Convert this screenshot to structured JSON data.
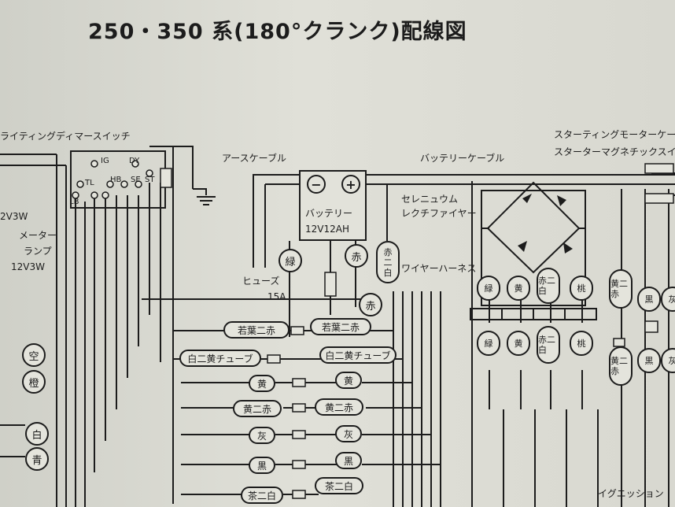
{
  "title": "250・350 系(180°クランク)配線図",
  "labels": {
    "dimmer_switch": "ライティングディマースイッチ",
    "earth_cable": "アースケーブル",
    "battery_cable": "バッテリーケーブル",
    "starting_motor_cable": "スターティングモーターケーブ",
    "starter_magnetic_switch": "スターターマグネチックスイ",
    "selenium_rectifier_1": "セレニュウム",
    "selenium_rectifier_2": "レクチファイヤー",
    "wire_harness": "ワイヤーハーネス",
    "fuse": "ヒューズ",
    "fuse_rating": "15A",
    "lamp_partial": "2V3W",
    "meter_lamp_1": "メーター",
    "meter_lamp_2": "ランプ",
    "meter_lamp_3": "12V3W",
    "ignition_partial": "イグニッション"
  },
  "switch_terminals": [
    "IG",
    "DY",
    "TL",
    "HB",
    "SE",
    "ST",
    "LB"
  ],
  "battery": {
    "neg": "−",
    "pos": "+",
    "name": "バッテリー",
    "spec": "12V12AH"
  },
  "wire_circles": {
    "green": "緑",
    "red_top": "赤",
    "red_bottom": "赤",
    "sky": "空",
    "orange": "橙",
    "white": "白",
    "blue": "青"
  },
  "red_white_vertical": [
    "赤",
    "二",
    "白"
  ],
  "left_connectors": [
    "若葉二赤",
    "白二黄チューブ",
    "黄",
    "黄二赤",
    "灰",
    "黒",
    "茶二白"
  ],
  "right_connectors": [
    "若葉二赤",
    "白二黄チューブ",
    "黄",
    "黄二赤",
    "灰",
    "黒",
    "茶二白"
  ],
  "rectifier_wires_top": [
    "緑",
    "黄",
    "赤二白",
    "桃"
  ],
  "rectifier_wires_bottom": [
    "緑",
    "黄",
    "赤二白",
    "桃"
  ],
  "far_right_yellow_red": [
    "黄二赤",
    "黄二赤"
  ],
  "far_right_black": [
    "黒",
    "黒"
  ],
  "far_right_gray": [
    "灰",
    "灰"
  ]
}
